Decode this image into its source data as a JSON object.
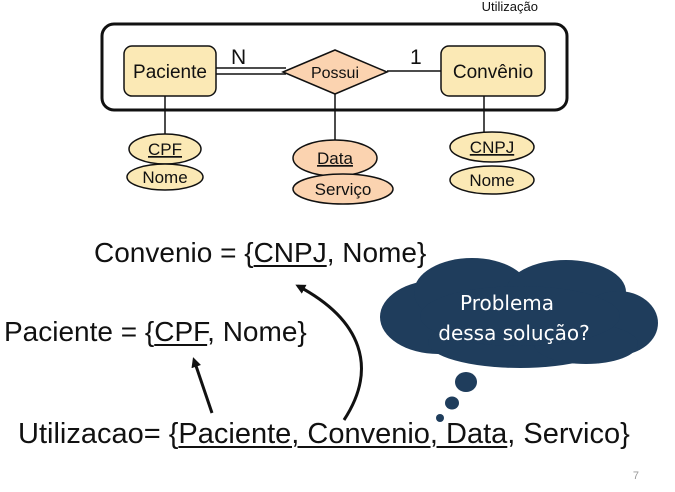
{
  "aggregation_label": "Utilização",
  "entities": {
    "paciente": "Paciente",
    "convenio": "Convênio"
  },
  "relationship": "Possui",
  "cardinality": {
    "left": "N",
    "right": "1"
  },
  "attributes": {
    "paciente": {
      "key": "CPF",
      "other": "Nome"
    },
    "relationship": {
      "key": "Data",
      "other": "Serviço"
    },
    "convenio": {
      "key": "CNPJ",
      "other": "Nome"
    }
  },
  "equations": {
    "convenio": {
      "prefix": "Convenio = {",
      "key": "CNPJ",
      "rest": ", Nome}"
    },
    "paciente": {
      "prefix": "Paciente = {",
      "key": "CPF",
      "rest": ", Nome}"
    },
    "utilizacao": {
      "prefix": "Utilizacao= {",
      "underlined": "Paciente, Convenio, Data",
      "rest": ", Servico}"
    }
  },
  "thought_bubble": {
    "line1": "Problema",
    "line2": "dessa solução?"
  },
  "page_number": "7",
  "colors": {
    "entity_fill": "#fbe9b5",
    "relationship_fill": "#fbd3b0",
    "attr_yellow": "#fbe9b5",
    "attr_peach": "#fbd3b0",
    "bubble_fill": "#1f3d5c",
    "stroke": "#111111"
  }
}
